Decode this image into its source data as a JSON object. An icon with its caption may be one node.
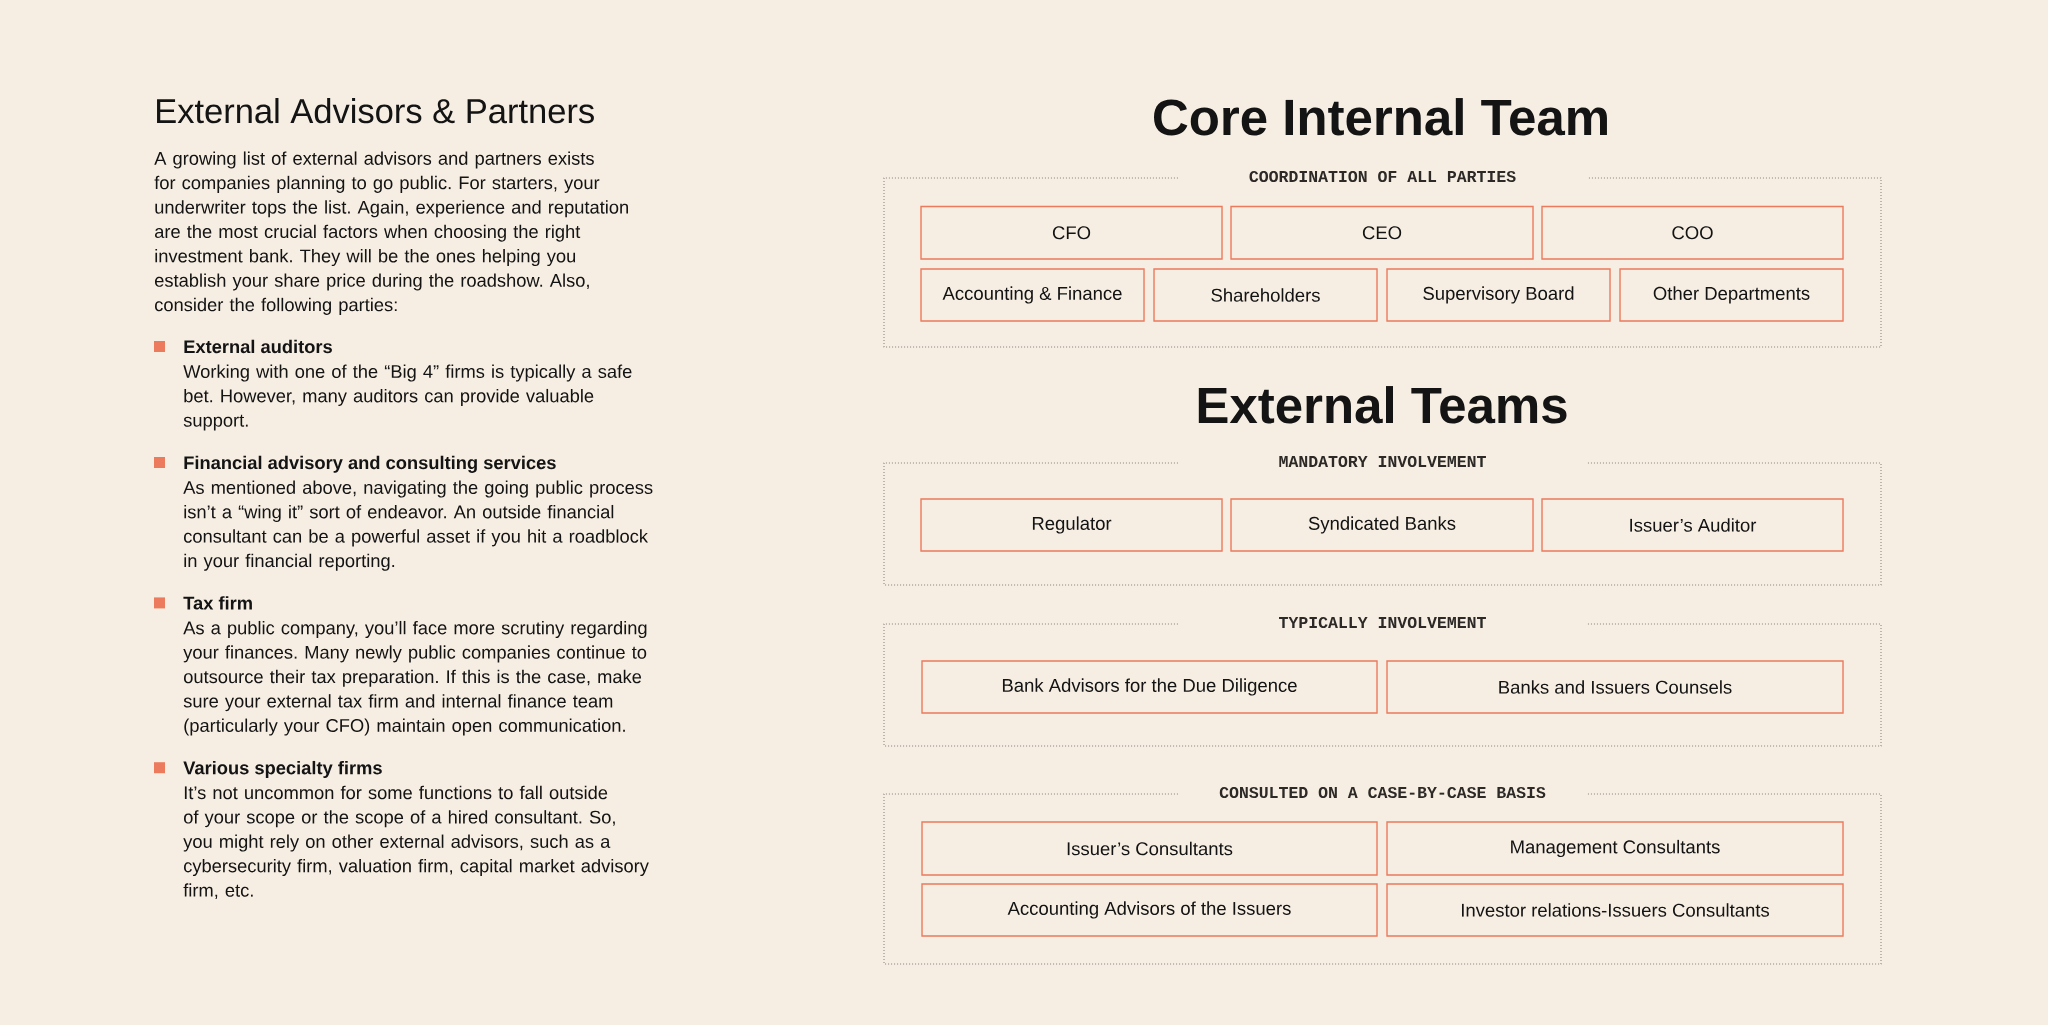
{
  "diagram": {
    "nodes": [
      {
        "text": [
          "COORDINATION OF ALL PARTIES"
        ]
      },
      {
        "text": [
          "CFO"
        ],
        "in": 0
      },
      {
        "text": [
          "CEO"
        ],
        "in": 0
      },
      {
        "text": [
          "COO"
        ],
        "in": 0
      },
      {
        "text": [
          "Accounting & Finance"
        ],
        "in": 0
      },
      {
        "text": [
          "Shareholders"
        ],
        "in": 0
      },
      {
        "text": [
          "Supervisory Board"
        ],
        "in": 0
      },
      {
        "text": [
          "Other Departments"
        ],
        "in": 0
      },
      {
        "text": [
          "MANDATORY INVOLVEMENT"
        ]
      },
      {
        "text": [
          "Regulator"
        ],
        "in": 8
      },
      {
        "text": [
          "Syndicated Banks"
        ],
        "in": 8
      },
      {
        "text": [
          "Issuer’s Auditor"
        ],
        "in": 8
      },
      {
        "text": [
          "TYPICALLY INVOLVEMENT"
        ]
      },
      {
        "text": [
          "Bank Advisors for the Due Diligence"
        ],
        "in": 12
      },
      {
        "text": [
          "Banks and Issuers Counsels"
        ],
        "in": 12
      },
      {
        "text": [
          "CONSULTED ON A CASE-BY-CASE BASIS"
        ]
      },
      {
        "text": [
          "Issuer’s Consultants"
        ],
        "in": 15
      },
      {
        "text": [
          "Management Consultants"
        ],
        "in": 15
      },
      {
        "text": [
          "Accounting Advisors of the Issuers"
        ],
        "in": 15
      },
      {
        "text": [
          "Investor relations-Issuers Consultants"
        ],
        "in": 15
      }
    ],
    "labels": [
      "External Advisors & Partners",
      "A growing list of external advisors and partners exists for companies planning to go public. For starters, your underwriter tops the list. Again, experience and reputation are the most crucial factors when choosing the right investment bank. They will be the ones helping you establish your share price during the roadshow. Also, consider the following parties:",
      "External auditors",
      "Working with one of the “Big 4” firms is typically a safe bet. However, many auditors can provide valuable support.",
      "Financial advisory and consulting services",
      "As mentioned above, navigating the going public process isn’t a “wing it” sort of endeavor. An outside financial consultant can be a powerful asset if you hit a roadblock in your financial reporting.",
      "Tax firm",
      "As a public company, you’ll face more scrutiny regarding your finances. Many newly public companies continue to outsource their tax preparation. If this is the case, make sure your external tax firm and internal finance team (particularly your CFO) maintain open communication.",
      "Various specialty firms",
      "It’s not uncommon for some functions to fall outside of your scope or the scope of a hired consultant. So, you might rely on other external advisors, such as a cybersecurity firm, valuation firm, capital market advisory firm, etc.",
      "Core Internal Team",
      "External Teams"
    ]
  }
}
